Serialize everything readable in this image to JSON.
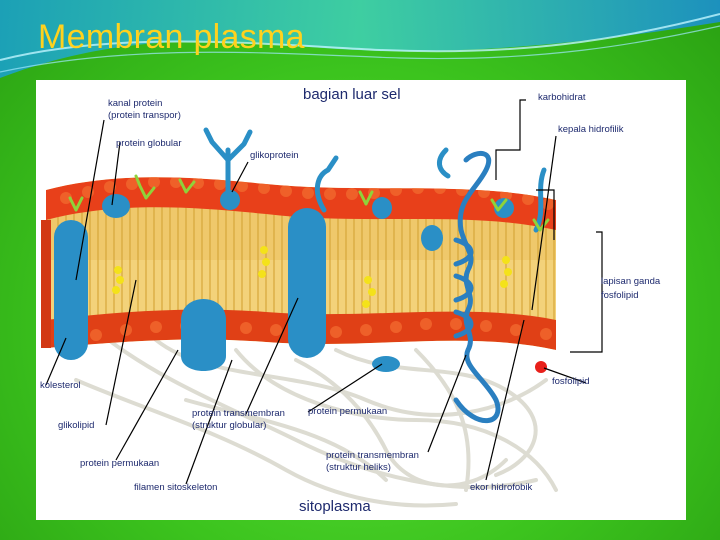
{
  "slide": {
    "title": "Membran plasma"
  },
  "diagram": {
    "top_label": "bagian luar sel",
    "bottom_label": "sitoplasma",
    "labels": {
      "kanal_protein": "kanal protein",
      "protein_transpor": "(protein transpor)",
      "protein_globular": "protein globular",
      "glikoprotein": "glikoprotein",
      "karbohidrat": "karbohidrat",
      "kepala_hidrofilik": "kepala hidrofilik",
      "lapisan_ganda": "lapisan ganda",
      "fosfolipid_1": "fosfolipid",
      "fosfolipid_2": "fosfolipid",
      "kolesterol": "kolesterol",
      "glikolipid": "glikolipid",
      "protein_permukaan_1": "protein permukaan",
      "protein_permukaan_2": "protein permukaan",
      "protein_transmembran_globular": "protein transmembran",
      "struktur_globular": "(struktur globular)",
      "protein_transmembran_heliks": "protein transmembran",
      "struktur_heliks": "(struktur heliks)",
      "filamen_sitoskeleton": "filamen sitoskeleton",
      "ekor_hidrofobik": "ekor hidrofobik"
    },
    "colors": {
      "head": "#e8401a",
      "tail": "#f0c25a",
      "protein": "#2a8fc6",
      "cholesterol": "#f4e21a",
      "carbohydrate": "#8fd23a",
      "filament": "#e6e6de"
    }
  }
}
